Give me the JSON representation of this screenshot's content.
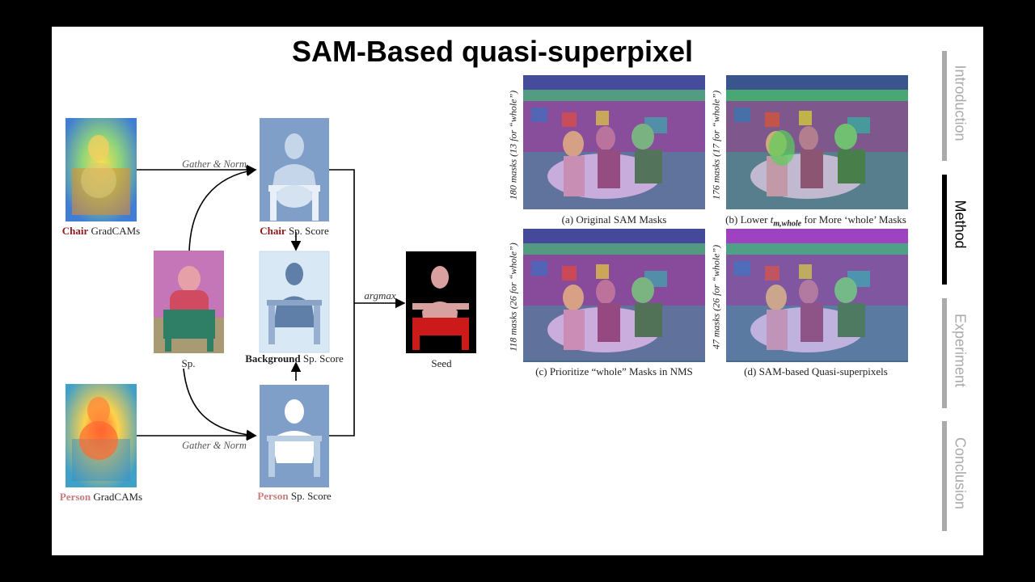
{
  "title": "SAM-Based quasi-superpixel",
  "diagram": {
    "chair_gradcam": {
      "name": "Chair",
      "suffix": " GradCAMs"
    },
    "person_gradcam": {
      "name": "Person",
      "suffix": " GradCAMs"
    },
    "sp_label": "Sp.",
    "chair_score": {
      "name": "Chair",
      "suffix": " Sp. Score"
    },
    "background_score": {
      "name": "Background",
      "suffix": " Sp. Score"
    },
    "person_score": {
      "name": "Person",
      "suffix": " Sp. Score"
    },
    "gather_norm_top": "Gather & Norm",
    "gather_norm_bottom": "Gather & Norm",
    "argmax": "argmax",
    "seed_label": "Seed"
  },
  "panels": [
    {
      "caption": "(a) Original SAM Masks",
      "side": "180 masks (13 for “whole”)"
    },
    {
      "caption_pre": "(b) Lower ",
      "caption_math": "t",
      "caption_sub": "m,whole",
      "caption_post": " for More ‘whole’ Masks",
      "side": "176 masks (17 for “whole”)"
    },
    {
      "caption": "(c) Prioritize “whole” Masks in NMS",
      "side": "118 masks (26 for “whole”)"
    },
    {
      "caption": "(d) SAM-based Quasi-superpixels",
      "side": "47 masks (26 for “whole”)"
    }
  ],
  "nav": [
    {
      "label": "Introduction",
      "active": false
    },
    {
      "label": "Method",
      "active": true
    },
    {
      "label": "Experiment",
      "active": false
    },
    {
      "label": "Conclusion",
      "active": false
    }
  ],
  "colors": {
    "chair": "#8b1a1a",
    "person": "#c77b7b",
    "nav_active": "#000000",
    "nav_inactive": "#aaaaaa"
  }
}
